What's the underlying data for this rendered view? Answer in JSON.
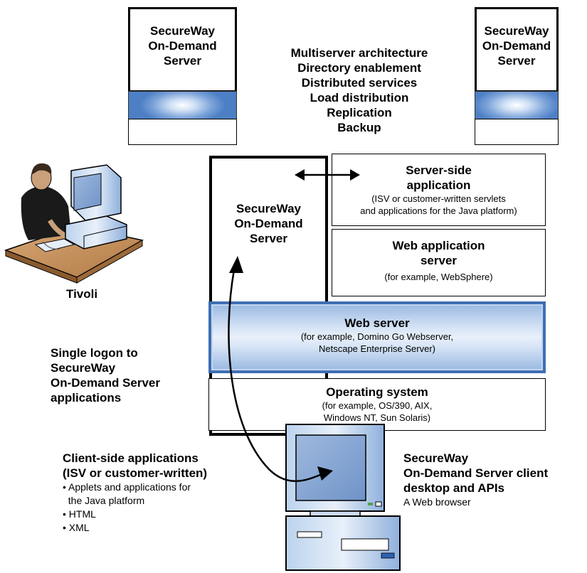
{
  "top_left_server": {
    "title_lines": [
      "SecureWay",
      "On-Demand",
      "Server"
    ]
  },
  "top_right_server": {
    "title_lines": [
      "SecureWay",
      "On-Demand",
      "Server"
    ]
  },
  "features": [
    "Multiserver architecture",
    "Directory enablement",
    "Distributed services",
    "Load distribution",
    "Replication",
    "Backup"
  ],
  "central_server": {
    "title_lines": [
      "SecureWay",
      "On-Demand",
      "Server"
    ]
  },
  "server_side_app": {
    "title_lines": [
      "Server-side",
      "application"
    ],
    "sub_lines": [
      "(ISV or customer-written servlets",
      "and applications for the Java platform)"
    ]
  },
  "web_app_server": {
    "title_lines": [
      "Web application",
      "server"
    ],
    "sub_lines": [
      "(for example, WebSphere)"
    ]
  },
  "web_server": {
    "title": "Web server",
    "sub_lines": [
      "(for example, Domino Go Webserver,",
      "Netscape Enterprise Server)"
    ]
  },
  "operating_system": {
    "title": "Operating system",
    "sub_lines": [
      "(for example, OS/390, AIX,",
      "Windows NT, Sun Solaris)"
    ]
  },
  "tivoli_label": "Tivoli",
  "single_logon": [
    "Single logon to",
    "SecureWay",
    "On-Demand Server",
    "applications"
  ],
  "client_side": {
    "title_lines": [
      "Client-side applications",
      "(ISV or customer-written)"
    ],
    "items": [
      "• Applets and applications for",
      "  the Java platform",
      "• HTML",
      "• XML"
    ]
  },
  "client_desktop": {
    "title_lines": [
      "SecureWay",
      "On-Demand Server client",
      "desktop and APIs"
    ],
    "sub": "A Web browser"
  },
  "colors": {
    "band_blue": "#4d7fc4",
    "web_server_border": "#3e6fb3"
  }
}
